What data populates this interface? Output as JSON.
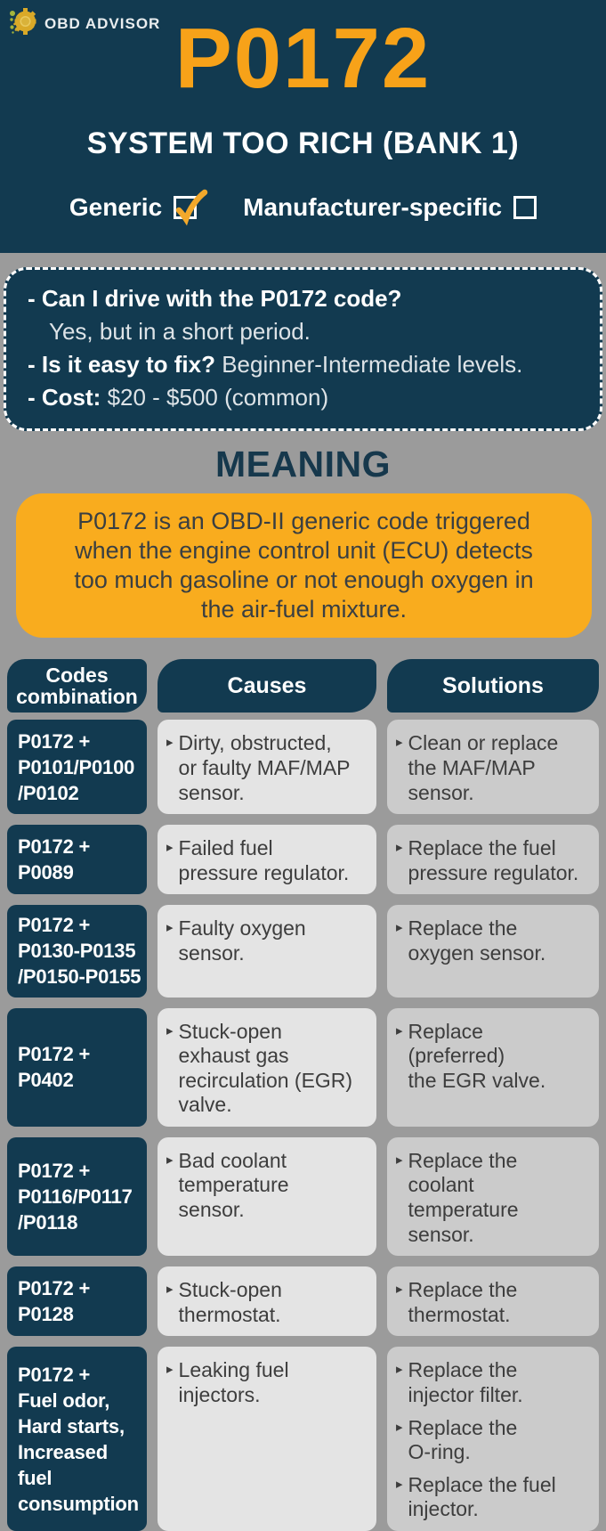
{
  "brand": {
    "name": "OBD ADVISOR"
  },
  "code": "P0172",
  "subtitle": "SYSTEM TOO RICH (BANK 1)",
  "toggles": {
    "generic": {
      "label": "Generic",
      "checked": true
    },
    "manufacturer": {
      "label": "Manufacturer-specific",
      "checked": false
    }
  },
  "qa": {
    "items": [
      {
        "q": "- Can I drive with the P0172 code?",
        "a": "Yes, but in a short period."
      },
      {
        "q": "- Is it easy to fix?",
        "a": "Beginner-Intermediate levels."
      },
      {
        "q": "- Cost:",
        "a": "$20 - $500 (common)"
      }
    ]
  },
  "meaning": {
    "heading": "MEANING",
    "text": "P0172 is an OBD-II generic code triggered\nwhen the engine control unit (ECU) detects\ntoo much gasoline or not enough oxygen in\nthe air-fuel mixture."
  },
  "table": {
    "headers": [
      "Codes\ncombination",
      "Causes",
      "Solutions"
    ],
    "rows": [
      {
        "codes": "P0172 +\nP0101/P0100\n/P0102",
        "causes": [
          "Dirty, obstructed,\nor faulty MAF/MAP\nsensor."
        ],
        "solutions": [
          "Clean or replace\nthe MAF/MAP\nsensor."
        ]
      },
      {
        "codes": "P0172 +\nP0089",
        "causes": [
          "Failed fuel\npressure regulator."
        ],
        "solutions": [
          "Replace the fuel\npressure regulator."
        ]
      },
      {
        "codes": "P0172 +\nP0130-P0135\n/P0150-P0155",
        "causes": [
          "Faulty oxygen\nsensor."
        ],
        "solutions": [
          "Replace the\noxygen sensor."
        ]
      },
      {
        "codes": "P0172 +\nP0402",
        "causes": [
          "Stuck-open\nexhaust gas\nrecirculation (EGR)\nvalve."
        ],
        "solutions": [
          "Replace\n(preferred)\nthe EGR valve."
        ]
      },
      {
        "codes": "P0172 +\nP0116/P0117\n/P0118",
        "causes": [
          "Bad coolant\ntemperature\nsensor."
        ],
        "solutions": [
          "Replace the\ncoolant\ntemperature\nsensor."
        ]
      },
      {
        "codes": "P0172 +\nP0128",
        "causes": [
          "Stuck-open\nthermostat."
        ],
        "solutions": [
          "Replace the\nthermostat."
        ]
      },
      {
        "codes": "P0172 +\nFuel odor,\nHard starts,\nIncreased fuel\nconsumption",
        "causes": [
          "Leaking fuel\ninjectors."
        ],
        "solutions": [
          "Replace the\ninjector filter.",
          "Replace the\nO-ring.",
          "Replace the fuel\ninjector."
        ]
      }
    ]
  },
  "icons": {
    "bullet": "▸",
    "logo": "gear-icon",
    "check": "check-icon"
  },
  "colors": {
    "navy": "#123a50",
    "orange_accent": "#f7a219",
    "orange_box": "#f9ac1e",
    "gray_background": "#9b9b9b",
    "causes_cell": "#e4e4e4",
    "solutions_cell": "#cbcbcb",
    "cell_text": "#3d3d3d"
  }
}
